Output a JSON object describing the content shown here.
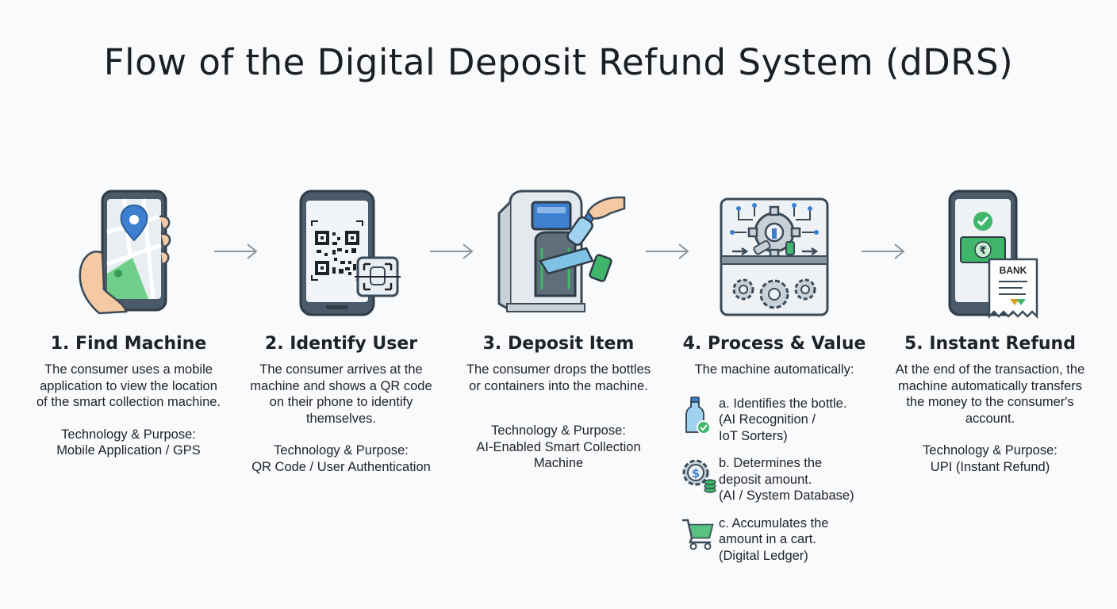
{
  "title": "Flow of the Digital Deposit Refund System (dDRS)",
  "colors": {
    "accent_green": "#3fb66a",
    "accent_blue": "#3f7fd0",
    "outline": "#3a4a58",
    "arrow": "#8a959e"
  },
  "steps": [
    {
      "heading": "1. Find Machine",
      "description": "The consumer uses a mobile application to view the location of the smart collection machine.",
      "tech_label": "Technology & Purpose:",
      "tech_value": "Mobile Application / GPS",
      "icon": "phone-map-pin-icon"
    },
    {
      "heading": "2. Identify User",
      "description": "The consumer arrives at the machine and shows a QR code on their phone to identify themselves.",
      "tech_label": "Technology & Purpose:",
      "tech_value": "QR Code / User Authentication",
      "icon": "qr-scan-icon"
    },
    {
      "heading": "3. Deposit Item",
      "description": "The consumer drops the bottles or containers into the machine.",
      "tech_label": "Technology & Purpose:",
      "tech_value": "AI-Enabled Smart Collection Machine",
      "icon": "collection-machine-icon"
    },
    {
      "heading": "4. Process & Value",
      "description": "The machine automatically:",
      "icon": "processing-gears-icon",
      "items": [
        {
          "line1": "a. Identifies the bottle.",
          "line2": "(AI Recognition /",
          "line3": "IoT Sorters)",
          "icon": "bottle-check-icon"
        },
        {
          "line1": "b. Determines the",
          "line2": "deposit amount.",
          "line3": "(AI / System Database)",
          "icon": "gear-dollar-icon"
        },
        {
          "line1": "c. Accumulates the",
          "line2": "amount in a cart.",
          "line3": "(Digital Ledger)",
          "icon": "cart-icon"
        }
      ]
    },
    {
      "heading": "5. Instant Refund",
      "description": "At the end of the transaction, the machine automatically transfers the money to the consumer's account.",
      "tech_label": "Technology & Purpose:",
      "tech_value": "UPI (Instant Refund)",
      "icon": "phone-bank-refund-icon",
      "bank_label": "BANK"
    }
  ]
}
